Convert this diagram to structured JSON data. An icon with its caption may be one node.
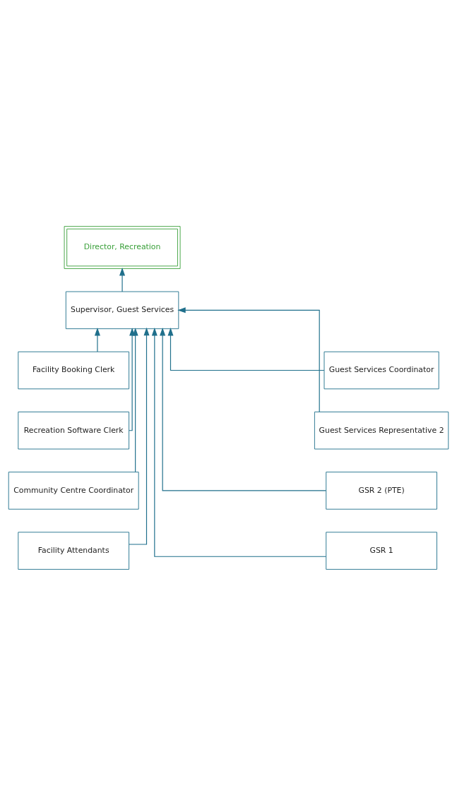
{
  "diagram": {
    "nodes": [
      {
        "text": [
          "Director, Recreation"
        ]
      },
      {
        "text": [
          "Supervisor, Guest Services"
        ]
      },
      {
        "text": [
          "Facility Booking Clerk"
        ]
      },
      {
        "text": [
          "Guest Services Coordinator"
        ]
      },
      {
        "text": [
          "Recreation Software Clerk"
        ]
      },
      {
        "text": [
          "Guest Services Representative 2"
        ]
      },
      {
        "text": [
          "Community Centre Coordinator"
        ]
      },
      {
        "text": [
          "GSR 2 (PTE)"
        ]
      },
      {
        "text": [
          "Facility Attendants"
        ]
      },
      {
        "text": [
          "GSR 1"
        ]
      }
    ],
    "edges": [
      {
        "from": 1,
        "to": 0,
        "arrow": "to"
      },
      {
        "from": 2,
        "to": 1,
        "arrow": "to"
      },
      {
        "from": 3,
        "to": 1,
        "arrow": "to"
      },
      {
        "from": 4,
        "to": 1,
        "arrow": "to"
      },
      {
        "from": 5,
        "to": 1,
        "arrow": "to"
      },
      {
        "from": 6,
        "to": 1,
        "arrow": "to"
      },
      {
        "from": 7,
        "to": 1,
        "arrow": "to"
      },
      {
        "from": 8,
        "to": 1,
        "arrow": "to"
      },
      {
        "from": 9,
        "to": 1,
        "arrow": "to"
      }
    ]
  }
}
